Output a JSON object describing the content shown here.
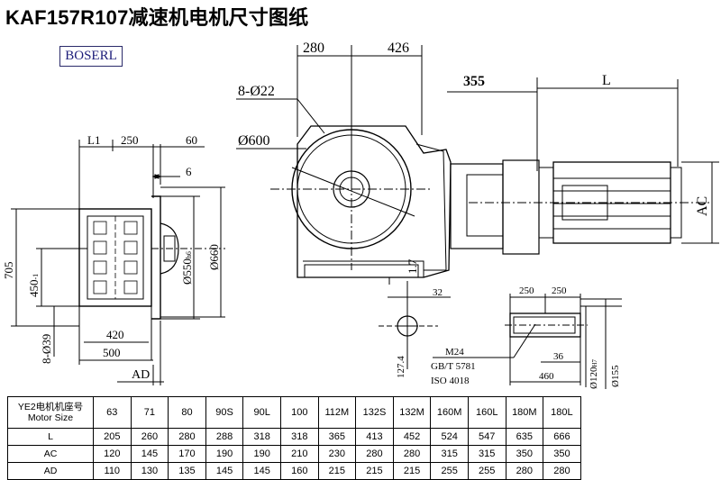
{
  "title": "KAF157R107减速机电机尺寸图纸",
  "brand": "BOSERL",
  "dims": {
    "d280": "280",
    "d426": "426",
    "d355": "355",
    "dL": "L",
    "bolt": "8-Ø22",
    "dia600": "Ø600",
    "L1": "L1",
    "d250": "250",
    "d60": "60",
    "d6": "6",
    "d705": "705",
    "d450": "450",
    "d450sub": "-1",
    "d550": "Ø550",
    "d550sub": "h6",
    "d660": "Ø660",
    "bolt2": "8-Ø39",
    "d420": "420",
    "d500": "500",
    "AD": "AD",
    "AC": "AC",
    "d1_7": "1.7",
    "d32": "32",
    "d127": "127.4",
    "shaft250a": "250",
    "shaft250b": "250",
    "d36": "36",
    "d460": "460",
    "d120": "Ø120",
    "d120sub": "H7",
    "d155": "Ø155",
    "thread1": "M24",
    "thread2": "GB/T 5781",
    "thread3": "ISO 4018"
  },
  "table": {
    "header_line1": "YE2电机机座号",
    "header_line2": "Motor Size",
    "sizes": [
      "63",
      "71",
      "80",
      "90S",
      "90L",
      "100",
      "112M",
      "132S",
      "132M",
      "160M",
      "160L",
      "180M",
      "180L"
    ],
    "rows": [
      {
        "label": "L",
        "values": [
          "205",
          "260",
          "280",
          "288",
          "318",
          "318",
          "365",
          "413",
          "452",
          "524",
          "547",
          "635",
          "666"
        ]
      },
      {
        "label": "AC",
        "values": [
          "120",
          "145",
          "170",
          "190",
          "190",
          "210",
          "230",
          "280",
          "280",
          "315",
          "315",
          "350",
          "350"
        ]
      },
      {
        "label": "AD",
        "values": [
          "110",
          "130",
          "135",
          "145",
          "145",
          "160",
          "215",
          "215",
          "215",
          "255",
          "255",
          "280",
          "280"
        ]
      }
    ]
  }
}
